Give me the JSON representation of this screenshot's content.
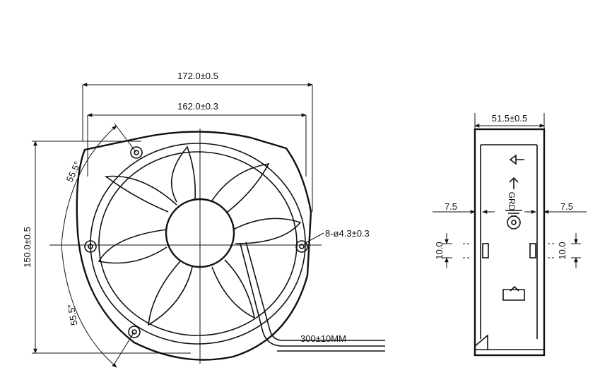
{
  "front_view": {
    "width_outer": "172.0±0.5",
    "width_inner": "162.0±0.3",
    "height": "150.0±0.5",
    "angle_top": "55.5°",
    "angle_bottom": "55.5°",
    "holes": "8-ø4.3±0.3",
    "cable": "300±10MM"
  },
  "side_view": {
    "depth": "51.5±0.5",
    "offset_left": "7.5",
    "offset_right": "7.5",
    "slot_left": "10.0",
    "slot_right": "10.0",
    "ground_label": "GRD"
  },
  "colors": {
    "line": "#111111",
    "background": "#ffffff"
  }
}
